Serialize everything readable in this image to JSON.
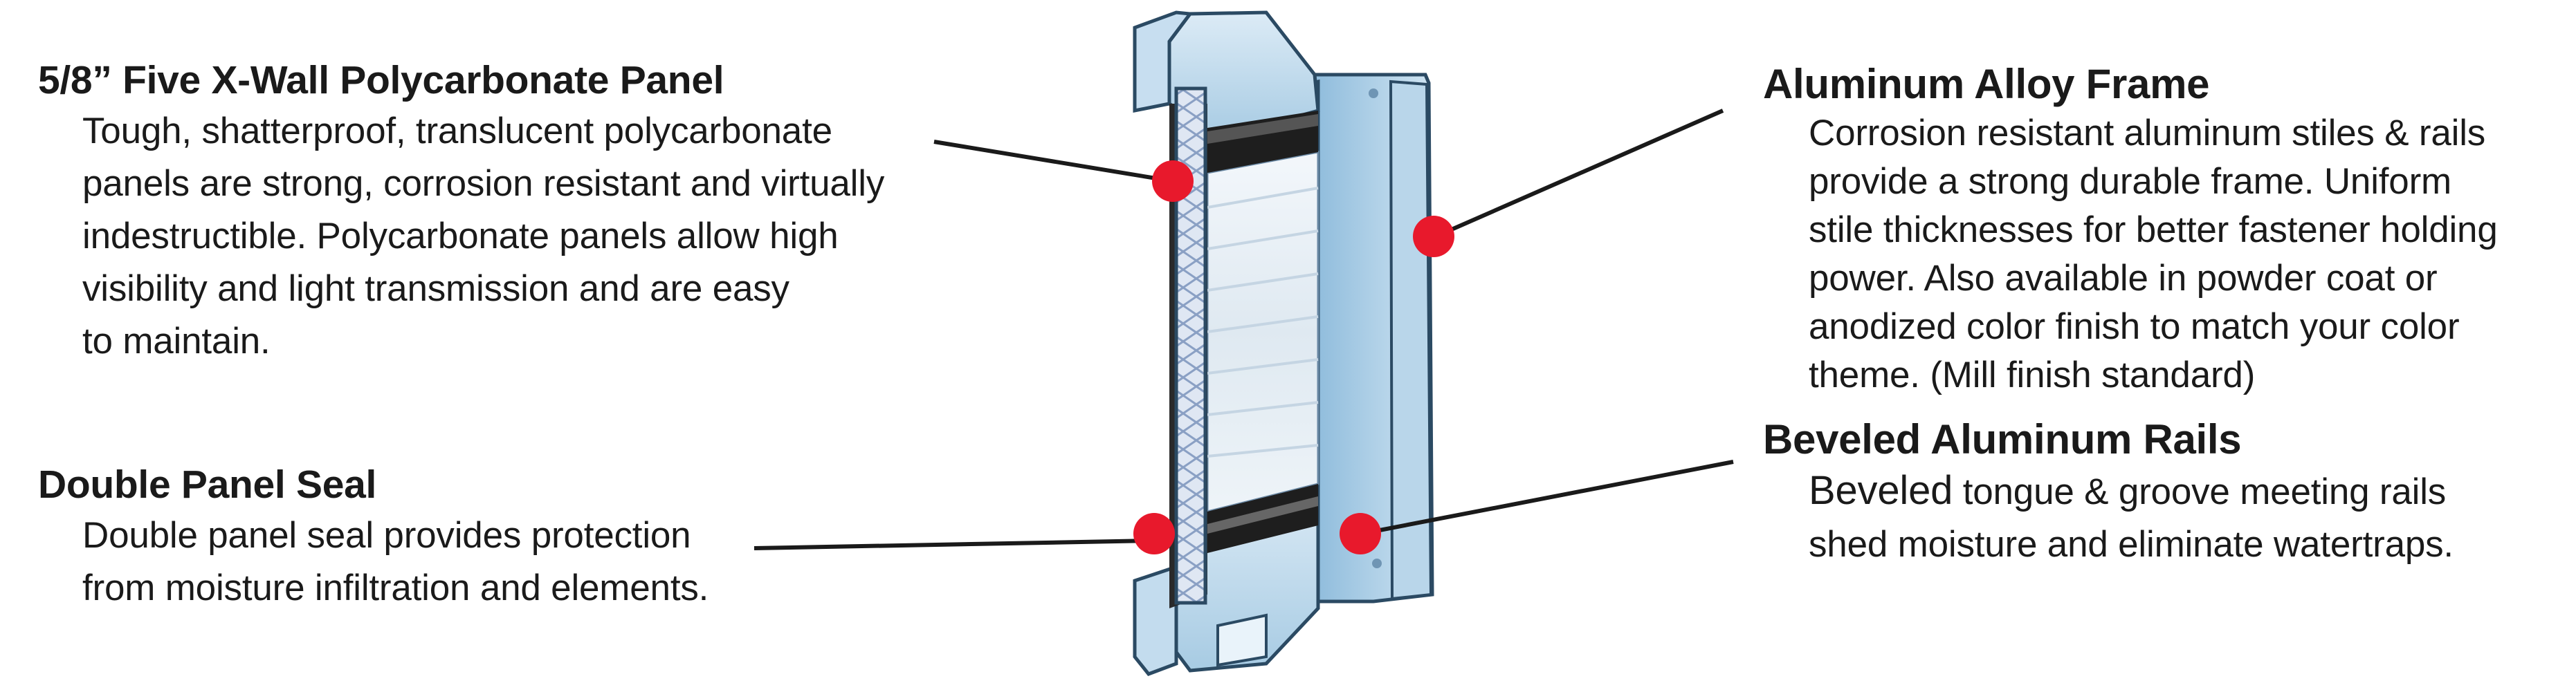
{
  "callouts": {
    "panel": {
      "title": "5/8” Five X-Wall Polycarbonate Panel",
      "lines": [
        "Tough, shatterproof, translucent polycarbonate",
        "panels are strong, corrosion resistant and virtually",
        "indestructible.  Polycarbonate panels allow high",
        "visibility and light transmission and are easy",
        "to maintain."
      ]
    },
    "seal": {
      "title": "Double Panel Seal",
      "lines": [
        "Double panel seal provides protection",
        "from moisture infiltration and elements."
      ]
    },
    "frame": {
      "title": "Aluminum Alloy Frame",
      "lines": [
        "Corrosion resistant aluminum stiles & rails",
        "provide a strong durable frame. Uniform",
        "stile thicknesses for better fastener holding",
        "power. Also available in powder coat or",
        "anodized color finish to match your color",
        "theme. (Mill finish standard)"
      ]
    },
    "rails": {
      "title": "Beveled Aluminum Rails",
      "first_word": "Beveled",
      "first_line_rest": " tongue & groove meeting rails",
      "lines": [
        "shed moisture and eliminate watertraps."
      ]
    }
  },
  "colors": {
    "marker": "#e8192c",
    "leader": "#1a1a1a",
    "frame_light": "#d6e9f5",
    "frame_mid": "#9fc7e2",
    "frame_dark": "#5f8fb3",
    "outline": "#2b4a63",
    "panel_glass": "#e4eef6",
    "gasket": "#1e1e1e"
  }
}
